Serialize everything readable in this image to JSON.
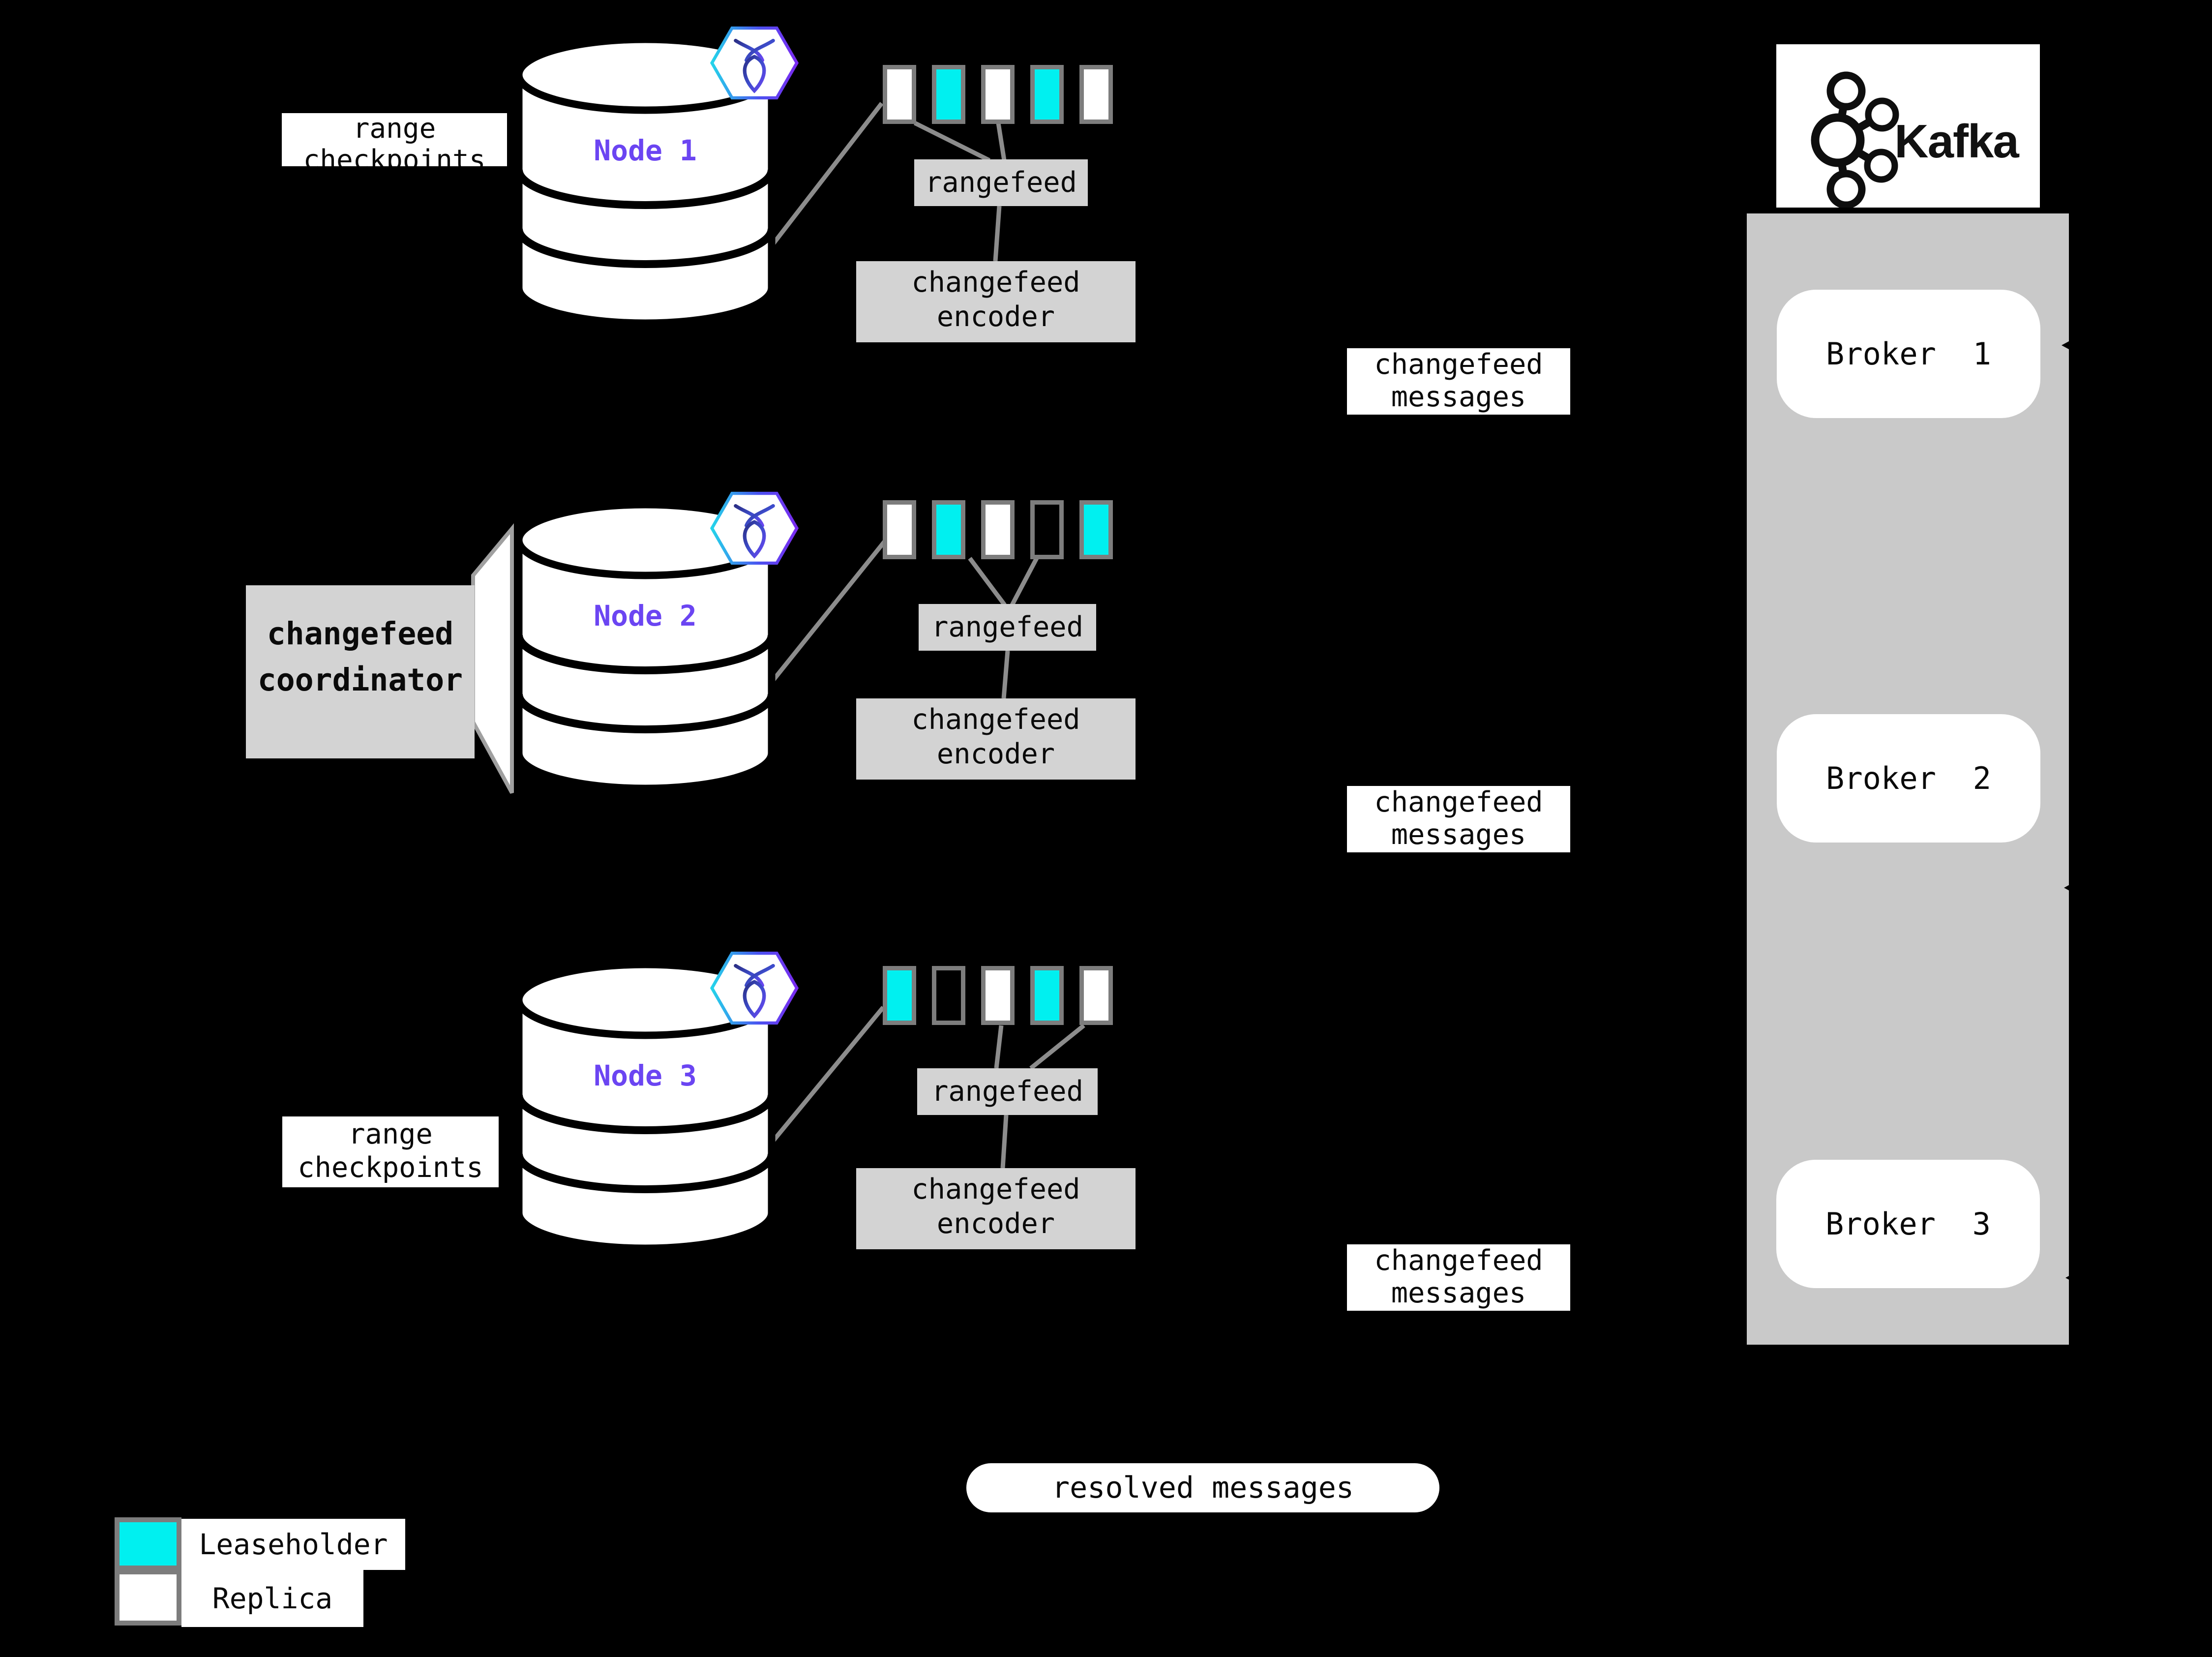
{
  "labels": {
    "range_checkpoints": "range checkpoints",
    "rangefeed": "rangefeed",
    "changefeed_encoder": "changefeed encoder",
    "changefeed_coordinator": "changefeed coordinator",
    "changefeed_messages": "changefeed messages",
    "resolved_messages": "resolved messages"
  },
  "nodes": [
    {
      "name": "Node 1",
      "squares": [
        "replica",
        "leaseholder",
        "replica",
        "leaseholder",
        "replica"
      ]
    },
    {
      "name": "Node 2",
      "squares": [
        "replica",
        "leaseholder",
        "replica",
        "empty",
        "leaseholder"
      ]
    },
    {
      "name": "Node 3",
      "squares": [
        "leaseholder",
        "empty",
        "replica",
        "leaseholder",
        "replica"
      ]
    }
  ],
  "kafka": {
    "brand": "Kafka",
    "brokers": [
      "Broker  1",
      "Broker  2",
      "Broker  3"
    ]
  },
  "legend": {
    "items": [
      {
        "label": "Leaseholder",
        "type": "leaseholder"
      },
      {
        "label": "Replica",
        "type": "replica"
      }
    ]
  },
  "icons": [
    "cockroachdb-icon",
    "kafka-icon"
  ],
  "colors": {
    "background": "#000000",
    "leaseholder": "#00f0f0",
    "replica": "#ffffff",
    "empty_square": "transparent",
    "node_label": "#6b45f2",
    "panel_gray": "#d3d3d3",
    "kafka_panel_gray": "#c9c9c9",
    "connector_gray": "#8c8c8c",
    "square_border": "#7d7d7d"
  }
}
